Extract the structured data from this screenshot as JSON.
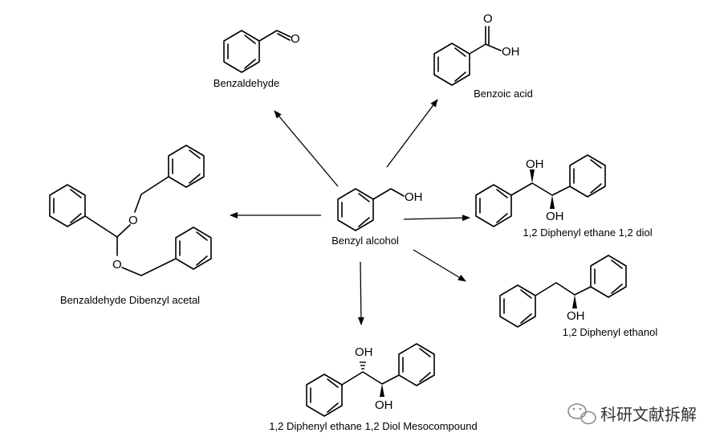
{
  "center": {
    "label": "Benzyl alcohol",
    "oh": "OH"
  },
  "products": {
    "benzaldehyde": {
      "label": "Benzaldehyde",
      "atom_o": "O"
    },
    "benzoic_acid": {
      "label": "Benzoic acid",
      "atom_o": "O",
      "atom_oh": "OH"
    },
    "acetal": {
      "label": "Benzaldehyde Dibenzyl acetal",
      "atom_o1": "O",
      "atom_o2": "O"
    },
    "diol": {
      "label": "1,2 Diphenyl ethane 1,2 diol",
      "oh1": "OH",
      "oh2": "OH"
    },
    "ethanol": {
      "label": "1,2 Diphenyl ethanol",
      "oh": "OH"
    },
    "meso": {
      "label": "1,2 Diphenyl ethane 1,2 Diol Mesocompound",
      "oh1": "OH",
      "oh2": "OH"
    }
  },
  "watermark": {
    "text": "科研文献拆解"
  }
}
